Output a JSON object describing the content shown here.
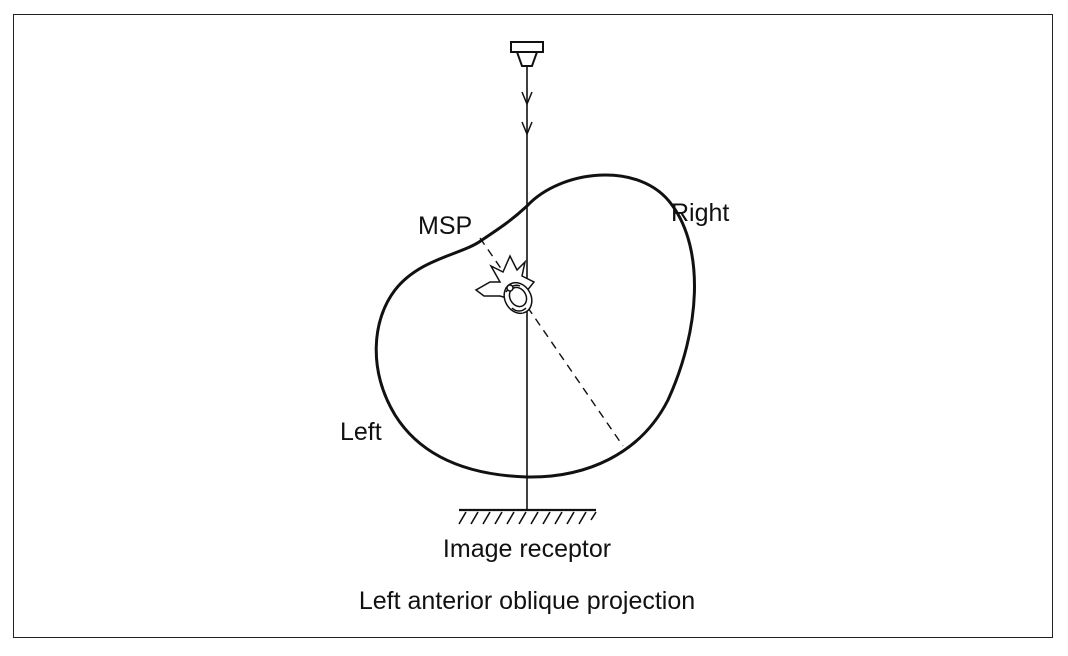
{
  "labels": {
    "msp": "MSP",
    "right": "Right",
    "left": "Left",
    "receptor": "Image receptor",
    "caption": "Left anterior oblique projection"
  },
  "colors": {
    "stroke": "#111111",
    "background": "#ffffff"
  }
}
